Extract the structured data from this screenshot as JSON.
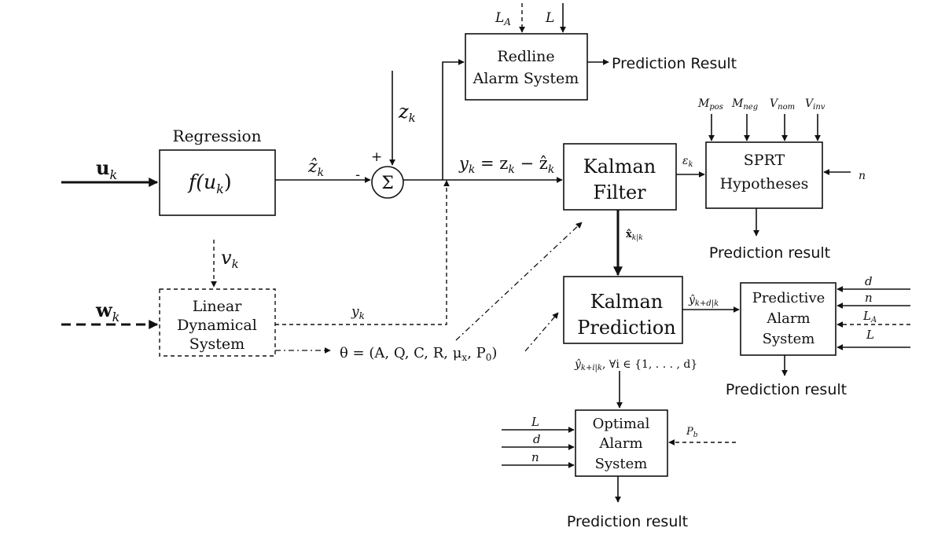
{
  "inputs": {
    "u_k": "u",
    "u_k_sub": "k",
    "w_k": "w",
    "w_k_sub": "k",
    "v_k": "v",
    "v_k_sub": "k",
    "z_k": "z",
    "z_k_sub": "k"
  },
  "regression": {
    "title": "Regression",
    "function": "f(u",
    "function_sub": "k",
    "function_close": ")"
  },
  "summer": {
    "symbol": "Σ",
    "plus_sign": "+",
    "minus_sign": "-"
  },
  "signals": {
    "z_hat": "ẑ",
    "z_hat_sub": "k",
    "y_eq": "y",
    "y_eq_sub": "k",
    "y_eq_rhs": " = z",
    "y_eq_rhs_sub": "k",
    "y_eq_minus": " − ẑ",
    "y_eq_minus_sub": "k",
    "y_k_lower": "y",
    "y_k_lower_sub": "k",
    "eps_k": "ε",
    "eps_k_sub": "k",
    "x_hat": "x̂",
    "x_hat_sub": "k|k",
    "y_pred": "ŷ",
    "y_pred_sub": "k+d|k",
    "y_pred_range": "ŷ",
    "y_pred_range_sub": "k+i|k",
    "y_pred_range_rest": ", ∀i ∈ {1, . . . , d}"
  },
  "theta": {
    "text": "θ = (A, Q, C, R, μ",
    "mu_sub": "x",
    "rest": ", P",
    "p_sub": "0",
    "close": ")"
  },
  "redline": {
    "line1": "Redline",
    "line2": "Alarm System",
    "in_LA": "L",
    "in_LA_sub": "A",
    "in_L": "L",
    "output": "Prediction Result"
  },
  "kalman_filter": {
    "line1": "Kalman",
    "line2": "Filter"
  },
  "sprt": {
    "line1": "SPRT",
    "line2": "Hypotheses",
    "in_mpos": "M",
    "in_mpos_sub": "pos",
    "in_mneg": "M",
    "in_mneg_sub": "neg",
    "in_vnom": "V",
    "in_vnom_sub": "nom",
    "in_vinv": "V",
    "in_vinv_sub": "inv",
    "in_n": "n",
    "output": "Prediction result"
  },
  "linear_system": {
    "line1": "Linear",
    "line2": "Dynamical",
    "line3": "System"
  },
  "kalman_prediction": {
    "line1": "Kalman",
    "line2": "Prediction"
  },
  "predictive_alarm": {
    "line1": "Predictive",
    "line2": "Alarm",
    "line3": "System",
    "in_d": "d",
    "in_n": "n",
    "in_LA": "L",
    "in_LA_sub": "A",
    "in_L": "L",
    "output": "Prediction result"
  },
  "optimal_alarm": {
    "line1": "Optimal",
    "line2": "Alarm",
    "line3": "System",
    "in_L": "L",
    "in_d": "d",
    "in_n": "n",
    "in_Pb": "P",
    "in_Pb_sub": "b",
    "output": "Prediction result"
  }
}
